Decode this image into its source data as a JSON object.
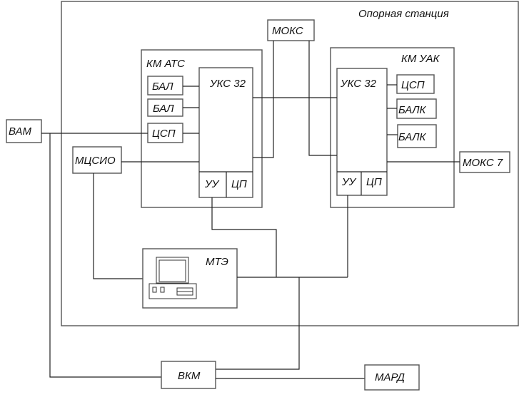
{
  "diagram": {
    "station": {
      "label": "Опорная станция"
    },
    "km_ats": {
      "label": "КМ АТС",
      "uks": "УКС 32",
      "uu": "УУ",
      "cp": "ЦП",
      "bal1": "БАЛ",
      "bal2": "БАЛ",
      "csp": "ЦСП"
    },
    "km_uak": {
      "label": "КМ УАК",
      "uks": "УКС 32",
      "uu": "УУ",
      "cp": "ЦП",
      "csp": "ЦСП",
      "balk1": "БАЛК",
      "balk2": "БАЛК"
    },
    "moks": "МОКС",
    "moks7": "МОКС 7",
    "vam": "ВАМ",
    "mcsio": "МЦСИО",
    "mte": "МТЭ",
    "vkm": "ВКМ",
    "mard": "МАРД"
  }
}
